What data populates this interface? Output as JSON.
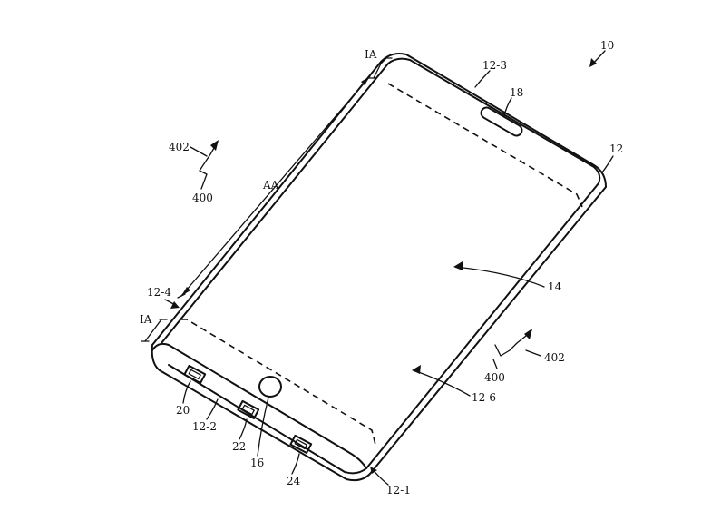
{
  "labels": {
    "device": "10",
    "housing": "12",
    "housing_top": "12-3",
    "housing_left": "12-4",
    "housing_bottom": "12-1",
    "housing_bottom_face": "12-2",
    "housing_side": "12-6",
    "display": "14",
    "home_button": "16",
    "speaker": "18",
    "port_20": "20",
    "port_22": "22",
    "port_24": "24",
    "active_area": "AA",
    "inactive_area_top": "IA",
    "inactive_area_bottom": "IA",
    "direction_left": "402",
    "axis_left": "400",
    "direction_right": "402",
    "axis_right": "400"
  }
}
